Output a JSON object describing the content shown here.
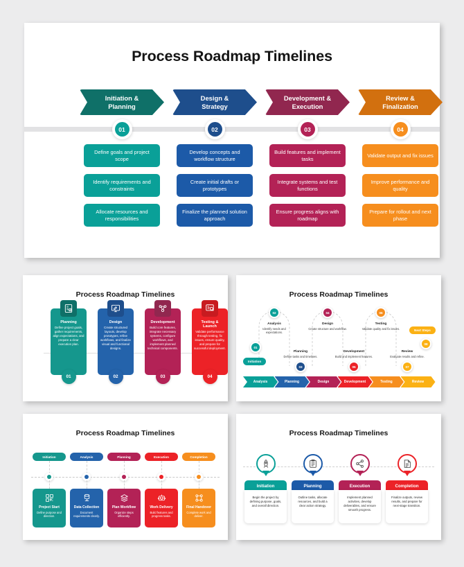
{
  "palette": {
    "teal_dark": "#0f7068",
    "teal": "#0aa098",
    "blue_dark": "#1e4e8c",
    "blue": "#1c5aa8",
    "maroon": "#9c1f52",
    "maroon_bright": "#b32256",
    "orange_dark": "#d2700f",
    "orange": "#f68e1e",
    "red": "#ec2227",
    "amber": "#fbb114",
    "background": "#ececed",
    "slide": "#ffffff",
    "timeline_bar": "#e2e2e4"
  },
  "main_slide": {
    "title": "Process Roadmap Timelines",
    "phases": [
      {
        "chevron_line1": "Initiation &",
        "chevron_line2": "Planning",
        "chevron_color": "#0f7068",
        "number": "01",
        "number_color": "#0aa098",
        "card_color": "#0aa098",
        "cards": [
          "Define goals and project scope",
          "Identify requirements and constraints",
          "Allocate resources and responsibilities"
        ]
      },
      {
        "chevron_line1": "Design &",
        "chevron_line2": "Strategy",
        "chevron_color": "#1e4e8c",
        "number": "02",
        "number_color": "#1e4e8c",
        "card_color": "#1c5aa8",
        "cards": [
          "Develop concepts and workflow structure",
          "Create initial drafts or prototypes",
          "Finalize the planned solution approach"
        ]
      },
      {
        "chevron_line1": "Development &",
        "chevron_line2": "Execution",
        "chevron_color": "#91274f",
        "number": "03",
        "number_color": "#b32256",
        "card_color": "#b32256",
        "cards": [
          "Build features and implement tasks",
          "Integrate systems and test functions",
          "Ensure progress aligns with roadmap"
        ]
      },
      {
        "chevron_line1": "Review &",
        "chevron_line2": "Finalization",
        "chevron_color": "#d2700f",
        "number": "04",
        "number_color": "#f68e1e",
        "card_color": "#f68e1e",
        "cards": [
          "Validate output and fix issues",
          "Improve performance and quality",
          "Prepare for rollout and next phase"
        ]
      }
    ]
  },
  "slide2": {
    "title": "Process Roadmap Timelines",
    "pillars": [
      {
        "name": "Planning",
        "desc": "Define project goals, gather requirements, align expectations, and prepare a clear execution plan.",
        "number": "01",
        "color": "#15978d",
        "icon_color": "#0f7068",
        "icon": "checklist-icon"
      },
      {
        "name": "Design",
        "desc": "Create structured layouts, develop prototypes, refine workflows, and finalize visual and functional designs.",
        "number": "02",
        "color": "#2463ab",
        "icon_color": "#1e4e8c",
        "icon": "monitor-pen-icon"
      },
      {
        "name": "Development",
        "desc": "Build core features, integrate necessary systems, configure workflows, and implement planned technical components.",
        "number": "03",
        "color": "#b32256",
        "icon_color": "#91274f",
        "icon": "gear-network-icon"
      },
      {
        "name": "Testing & Launch",
        "desc": "Validate performance through testing, fix issues, ensure quality, and prepare for successful deployment.",
        "number": "04",
        "color": "#ec2227",
        "icon_color": "#c81b20",
        "icon": "bug-scan-icon"
      }
    ]
  },
  "slide3": {
    "title": "Process Roadmap Timelines",
    "start_pill": {
      "label": "Initiation",
      "color": "#0aa098"
    },
    "end_pill": {
      "label": "Next Steps",
      "color": "#fbb114"
    },
    "nodes": [
      {
        "number": "01",
        "color": "#0aa098",
        "name": "",
        "desc": ""
      },
      {
        "number": "02",
        "color": "#0aa098",
        "name": "Analysis",
        "desc": "Identify needs and expectations."
      },
      {
        "number": "03",
        "color": "#1e4e8c",
        "name": "Planning",
        "desc": "Define tasks and timelines."
      },
      {
        "number": "04",
        "color": "#b32256",
        "name": "Design",
        "desc": "Create structure and workflow."
      },
      {
        "number": "05",
        "color": "#ec2227",
        "name": "Development",
        "desc": "Build and implement features."
      },
      {
        "number": "06",
        "color": "#f68e1e",
        "name": "Testing",
        "desc": "Validate quality and fix issues."
      },
      {
        "number": "07",
        "color": "#fbb114",
        "name": "Review",
        "desc": "Evaluate results and refine."
      },
      {
        "number": "08",
        "color": "#fbb114",
        "name": "",
        "desc": ""
      }
    ],
    "arrows": [
      {
        "label": "Analysis",
        "color": "#0aa098"
      },
      {
        "label": "Planning",
        "color": "#2463ab"
      },
      {
        "label": "Design",
        "color": "#b32256"
      },
      {
        "label": "Development",
        "color": "#ec2227"
      },
      {
        "label": "Testing",
        "color": "#f68e1e"
      },
      {
        "label": "Review",
        "color": "#fbb114"
      }
    ]
  },
  "slide4": {
    "title": "Process Roadmap Timelines",
    "steps": [
      {
        "pill": "Initiation",
        "color": "#15978d",
        "name": "Project Start",
        "desc": "Define purpose and direction.",
        "icon": "qr-grid-icon"
      },
      {
        "pill": "Analysis",
        "color": "#2463ab",
        "name": "Data Collection",
        "desc": "Document requirements clearly.",
        "icon": "data-tree-icon"
      },
      {
        "pill": "Planning",
        "color": "#b32256",
        "name": "Plan Workflow",
        "desc": "Organize steps efficiently.",
        "icon": "layers-icon"
      },
      {
        "pill": "Execution",
        "color": "#ec2227",
        "name": "Work Delivery",
        "desc": "Build features and progress tasks.",
        "icon": "robot-icon"
      },
      {
        "pill": "Completion",
        "color": "#f68e1e",
        "name": "Final Handover",
        "desc": "Complete work and deliver.",
        "icon": "nodes-icon"
      }
    ]
  },
  "slide5": {
    "title": "Process Roadmap Timelines",
    "steps": [
      {
        "name": "Initiation",
        "desc": "Begin the project by defining purpose, goals, and overall direction.",
        "color": "#0aa098",
        "icon": "rocket-icon"
      },
      {
        "name": "Planning",
        "desc": "Outline tasks, allocate resources, and build a clear action strategy.",
        "color": "#1c5aa8",
        "icon": "clipboard-icon"
      },
      {
        "name": "Execution",
        "desc": "Implement planned activities, develop deliverables, and ensure smooth progress.",
        "color": "#b32256",
        "icon": "network-gear-icon"
      },
      {
        "name": "Completion",
        "desc": "Finalize outputs, review results, and prepare for next-stage transition.",
        "color": "#ec2227",
        "icon": "document-check-icon"
      }
    ]
  }
}
